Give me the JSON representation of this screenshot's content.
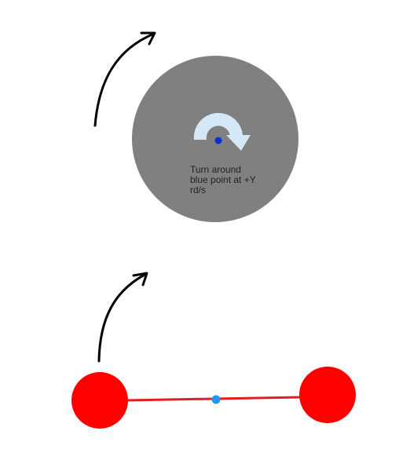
{
  "diagram": {
    "rotating_disc": {
      "caption": "Turn around\nblue point at +Y\nrd/s",
      "icons": [
        "curved-arrow",
        "rotate-clockwise-icon",
        "pivot-point"
      ]
    },
    "dumbbell": {
      "icons": [
        "curved-arrow",
        "mass-ball",
        "rod",
        "pivot-point",
        "mass-ball"
      ]
    },
    "colors": {
      "disc": "#808080",
      "rotate_icon": "#d4e8f7",
      "pivot_top": "#0a2ed6",
      "pivot_bottom": "#2196f3",
      "mass": "#ff0000",
      "rod": "#e02020",
      "arrow": "#000000",
      "caption_text": "#222222"
    }
  }
}
